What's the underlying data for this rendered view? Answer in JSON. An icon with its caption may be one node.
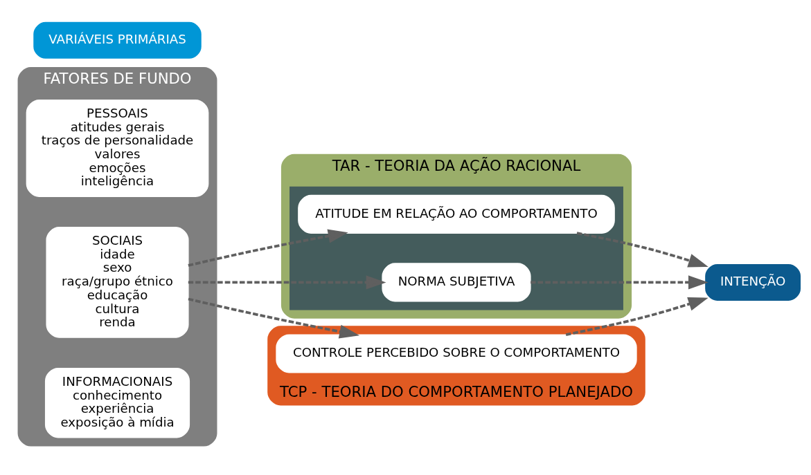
{
  "diagram": {
    "nodes": [
      {
        "text": [
          "FATORES DE FUNDO"
        ]
      },
      {
        "text": [
          "PESSOAIS",
          "atitudes gerais",
          "traços de personalidade",
          "valores",
          "emoções",
          "inteligência"
        ],
        "in": 0
      },
      {
        "text": [
          "SOCIAIS",
          "idade",
          "sexo",
          "raça/grupo étnico",
          "educação",
          "cultura",
          "renda"
        ],
        "in": 0
      },
      {
        "text": [
          "INFORMACIONAIS",
          "conhecimento",
          "experiência",
          "exposição à mídia"
        ],
        "in": 0
      },
      {
        "text": [
          "VARIÁVEIS PRIMÁRIAS"
        ]
      },
      {
        "text": [
          "TAR - TEORIA DA AÇÃO RACIONAL"
        ]
      },
      {
        "text": [],
        "shape": "box",
        "in": 5
      },
      {
        "text": [
          "ATITUDE EM RELAÇÃO AO COMPORTAMENTO"
        ],
        "in": 6
      },
      {
        "text": [
          "NORMA SUBJETIVA"
        ],
        "in": 6
      },
      {
        "text": [
          "TCP - TEORIA DO COMPORTAMENTO PLANEJADO"
        ]
      },
      {
        "text": [
          "CONTROLE PERCEBIDO SOBRE O COMPORTAMENTO"
        ],
        "in": 9
      },
      {
        "text": [
          "INTENÇÃO"
        ]
      }
    ],
    "edges": [
      {
        "from": 2,
        "to": 7,
        "arrow": "to",
        "style": "dashed"
      },
      {
        "from": 2,
        "to": 8,
        "arrow": "to",
        "style": "dashed"
      },
      {
        "from": 2,
        "to": 10,
        "arrow": "to",
        "style": "dashed"
      },
      {
        "from": 7,
        "to": 11,
        "arrow": "to",
        "style": "dashed"
      },
      {
        "from": 8,
        "to": 11,
        "arrow": "to",
        "style": "dashed"
      },
      {
        "from": 10,
        "to": 11,
        "arrow": "to",
        "style": "dashed"
      }
    ]
  }
}
